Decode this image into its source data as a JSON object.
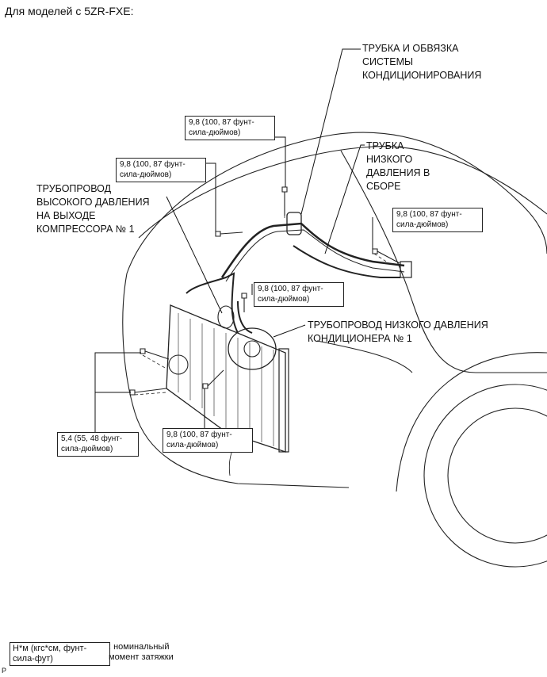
{
  "title": "Для моделей с 5ZR-FXE:",
  "callouts": {
    "piping_harness": "ТРУБКА И ОБВЯЗКА\nСИСТЕМЫ\nКОНДИЦИОНИРОВАНИЯ",
    "low_pressure_tube": "ТРУБКА\nНИЗКОГО\nДАВЛЕНИЯ В\nСБОРЕ",
    "discharge_hose": "ТРУБОПРОВОД\nВЫСОКОГО ДАВЛЕНИЯ\nНА ВЫХОДЕ\nКОМПРЕССОРА № 1",
    "suction_hose": "ТРУБОПРОВОД НИЗКОГО ДАВЛЕНИЯ\nКОНДИЦИОНЕРА № 1"
  },
  "torque": {
    "t1": "9,8 (100, 87 фунт-\nсила-дюймов)",
    "t2": "9,8 (100, 87 фунт-\nсила-дюймов)",
    "t3": "9,8 (100, 87 фунт-\nсила-дюймов)",
    "t4": "9,8 (100, 87 фунт-\nсила-дюймов)",
    "t5": "9,8 (100, 87 фунт-\nсила-дюймов)",
    "t6": "5,4 (55, 48 фунт-\nсила-дюймов)"
  },
  "legend": {
    "box": "Н*м (кгс*см, фунт-\nсила-фут)",
    "text": ": номинальный\nмомент затяжки"
  },
  "corner_mark": "P"
}
